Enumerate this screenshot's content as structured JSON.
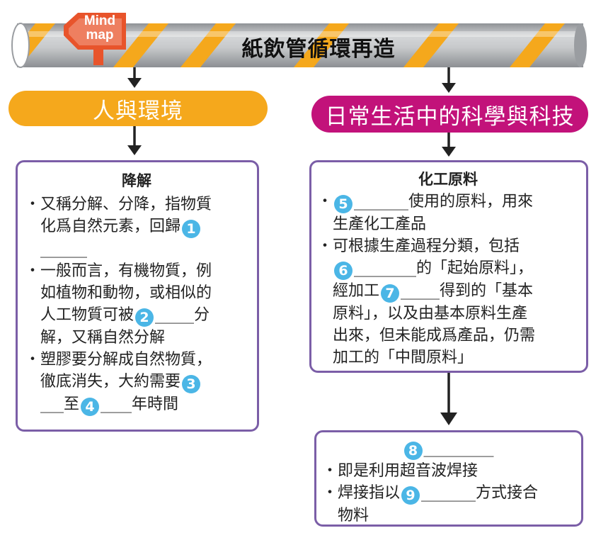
{
  "tube": {
    "title": "紙飲管循環再造"
  },
  "logo": {
    "line1": "Mind",
    "line2": "map"
  },
  "left": {
    "header": "人與環境",
    "box": {
      "title": "降解",
      "items": [
        {
          "bullet": "・",
          "parts": [
            "又稱分解、分降，指物質",
            "化爲自然元素，回歸",
            "1",
            "______"
          ]
        },
        {
          "bullet": "・",
          "parts": [
            "一般而言，有機物質，例",
            "如植物和動物，或相似的",
            "人工物質可被",
            "2",
            "_____分",
            "解，又稱自然分解"
          ]
        },
        {
          "bullet": "・",
          "parts": [
            "塑膠要分解成自然物質，",
            "徹底消失，大約需要",
            "3",
            "___至",
            "4",
            "____年時間"
          ]
        }
      ]
    }
  },
  "right": {
    "header": "日常生活中的科學與科技",
    "box1": {
      "title": "化工原料",
      "items": [
        {
          "bullet": "・",
          "parts": [
            "5",
            "_______使用的原料，用來",
            "生產化工產品"
          ]
        },
        {
          "bullet": "・",
          "parts": [
            "可根據生產過程分類，包括",
            "6",
            "________的「起始原料」，",
            "經加工",
            "7",
            "_____得到的「基本",
            "原料」，以及由基本原料生產",
            "出來，但未能成爲產品，仍需",
            "加工的「中間原料」"
          ]
        }
      ]
    },
    "box2": {
      "num": "8",
      "blank": "_________",
      "items": [
        {
          "bullet": "・",
          "parts": [
            "即是利用超音波焊接"
          ]
        },
        {
          "bullet": "・",
          "parts": [
            "焊接指以",
            "9",
            "_______方式接合",
            "物料"
          ]
        }
      ]
    }
  },
  "colors": {
    "orange": "#f5a81c",
    "magenta": "#c2127a",
    "purple": "#7b5ea7",
    "num_blue": "#4bb6e6",
    "logo_red": "#e8542b"
  }
}
